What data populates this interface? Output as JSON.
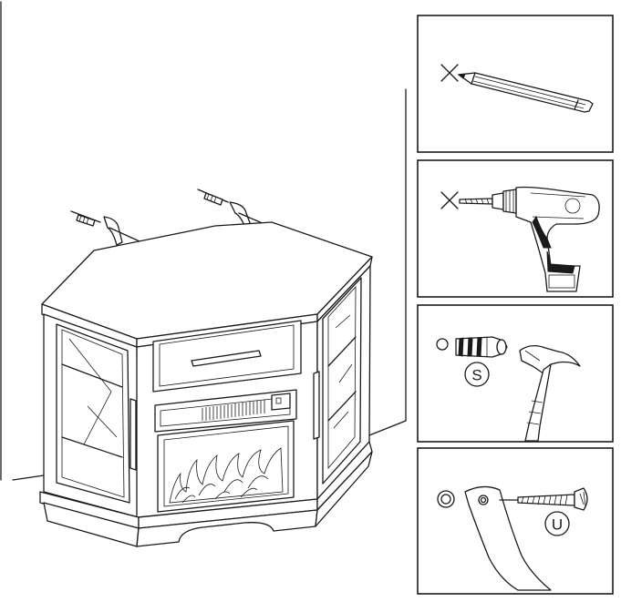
{
  "figure": {
    "steps": [
      {
        "id": "mark",
        "tool": "pencil-icon",
        "mark": "x-mark-icon"
      },
      {
        "id": "drill",
        "tool": "drill-icon",
        "mark": "x-mark-icon"
      },
      {
        "id": "anchor",
        "part_label": "S",
        "tool": "hammer-icon",
        "part": "wall-anchor-icon"
      },
      {
        "id": "screw",
        "part_label": "U",
        "part": "screw-icon"
      }
    ],
    "main": "corner-tv-stand-fireplace-with-wall-straps"
  }
}
